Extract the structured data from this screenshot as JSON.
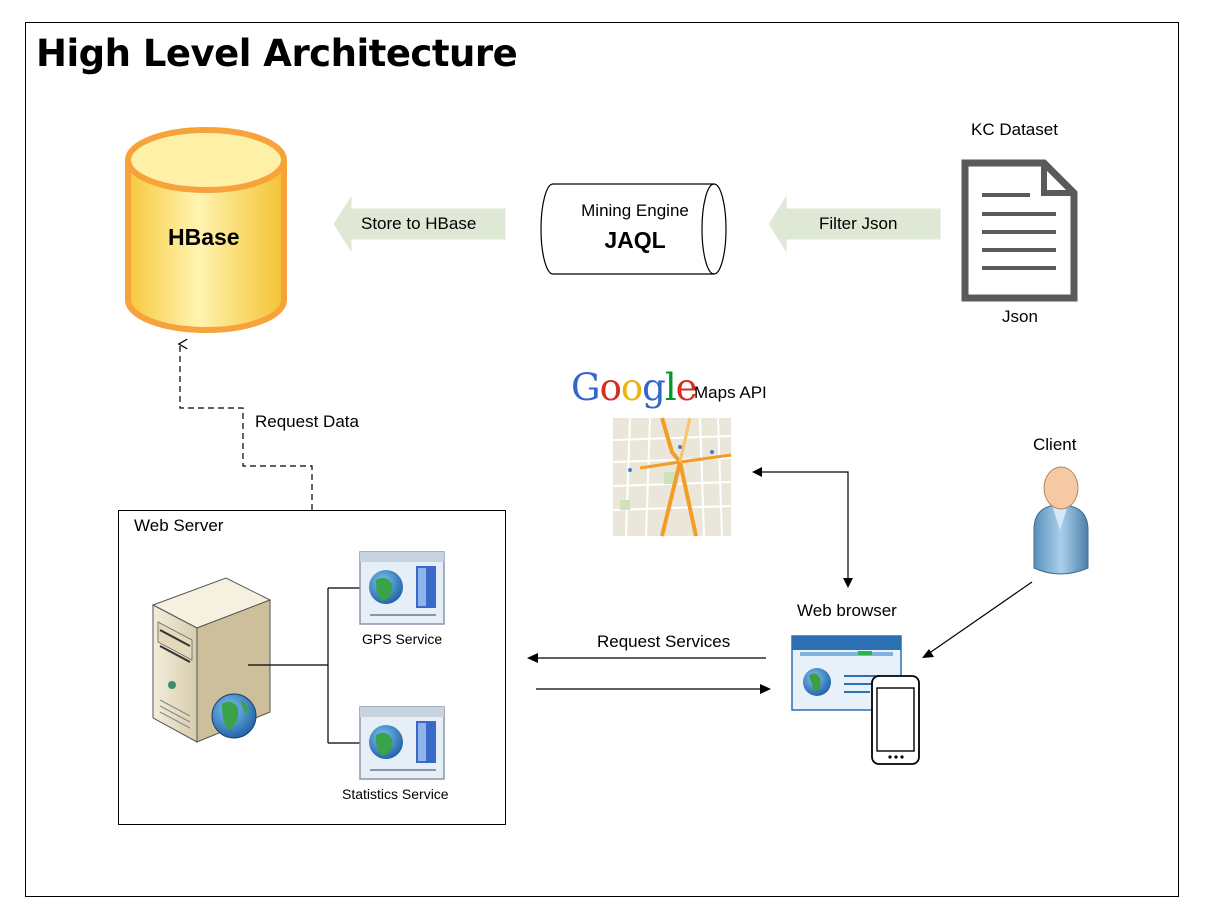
{
  "title": "High Level Architecture",
  "hbase": {
    "label": "HBase"
  },
  "store_arrow": {
    "label": "Store to HBase"
  },
  "mining_engine": {
    "line1": "Mining Engine",
    "line2": "JAQL"
  },
  "filter_arrow": {
    "label": "Filter Json"
  },
  "dataset": {
    "title": "KC Dataset",
    "caption": "Json"
  },
  "request_data": {
    "label": "Request Data"
  },
  "google_maps": {
    "brand_letters": [
      "G",
      "o",
      "o",
      "g",
      "l",
      "e"
    ],
    "suffix": "Maps API"
  },
  "client": {
    "label": "Client"
  },
  "web_server": {
    "title": "Web Server",
    "gps_service": "GPS Service",
    "statistics_service": "Statistics Service"
  },
  "web_browser": {
    "label": "Web browser"
  },
  "request_services": {
    "label": "Request Services"
  },
  "colors": {
    "cylinder_fill": "#fde77a",
    "cylinder_stroke": "#f7a23b",
    "arrow_fill": "#dfe8d4",
    "doc_stroke": "#5a5a5a",
    "google_blue": "#3366cc",
    "google_red": "#d62d20",
    "google_yellow": "#eeb211",
    "google_green": "#009925"
  }
}
